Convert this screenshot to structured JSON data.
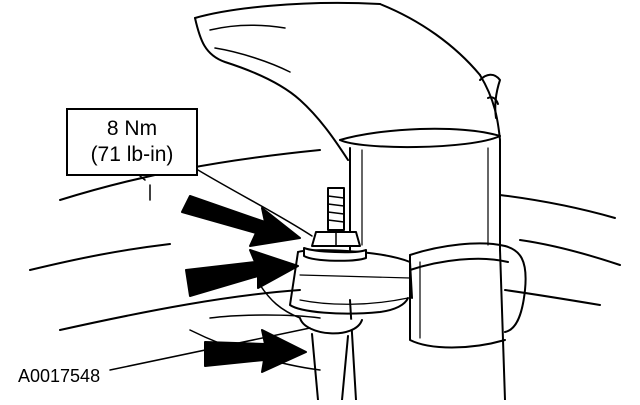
{
  "callout": {
    "torque_metric": "8 Nm",
    "torque_imperial": "(71 lb-in)"
  },
  "figure_id": "A0017548"
}
